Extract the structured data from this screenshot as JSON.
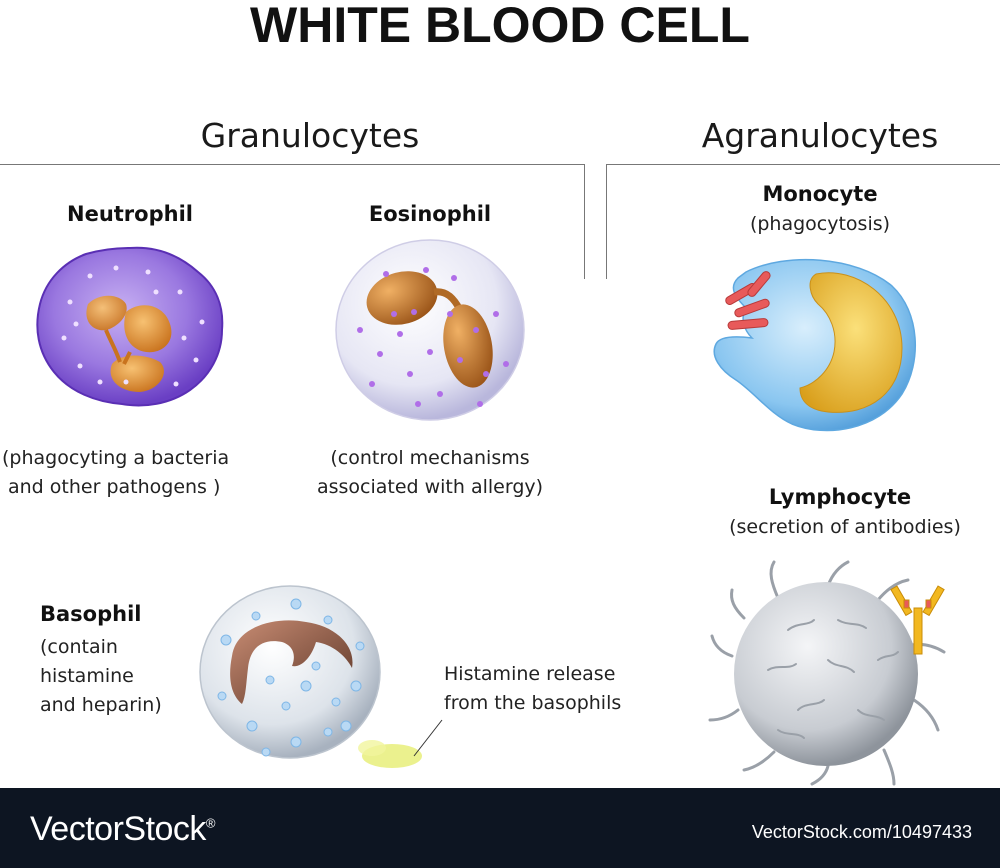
{
  "title": "WHITE BLOOD CELL",
  "groups": {
    "granulocytes": "Granulocytes",
    "agranulocytes": "Agranulocytes"
  },
  "cells": {
    "neutrophil": {
      "name": "Neutrophil",
      "desc_line1": "(phagocyting a bacteria",
      "desc_line2": "and other pathogens )"
    },
    "eosinophil": {
      "name": "Eosinophil",
      "desc_line1": "(control mechanisms",
      "desc_line2": "associated with allergy)"
    },
    "basophil": {
      "name": "Basophil",
      "desc_line1": "(contain",
      "desc_line2": "histamine",
      "desc_line3": "and heparin)",
      "callout_line1": "Histamine release",
      "callout_line2": "from the basophils"
    },
    "monocyte": {
      "name": "Monocyte",
      "desc": "(phagocytosis)"
    },
    "lymphocyte": {
      "name": "Lymphocyte",
      "desc": "(secretion of antibodies)"
    }
  },
  "colors": {
    "neutrophil_cytoplasm": "#9a78e0",
    "neutrophil_nucleus": "#e39a3e",
    "eosinophil_cytoplasm": "#e6e6f4",
    "eosinophil_nucleus": "#c47a2c",
    "granule": "#b06ee8",
    "basophil_cytoplasm": "#dde3ea",
    "basophil_nucleus": "#8a5a46",
    "monocyte_cytoplasm": "#8ac6f0",
    "monocyte_nucleus": "#f3c93a",
    "bacteria": "#e85a5a",
    "lymphocyte": "#c8ccd2",
    "antibody": "#f2b820",
    "histamine": "#e8ef7a",
    "footer_bg": "#0d1522"
  },
  "footer": {
    "logo": "VectorStock",
    "logo_mark": "®",
    "url": "VectorStock.com/10497433"
  }
}
